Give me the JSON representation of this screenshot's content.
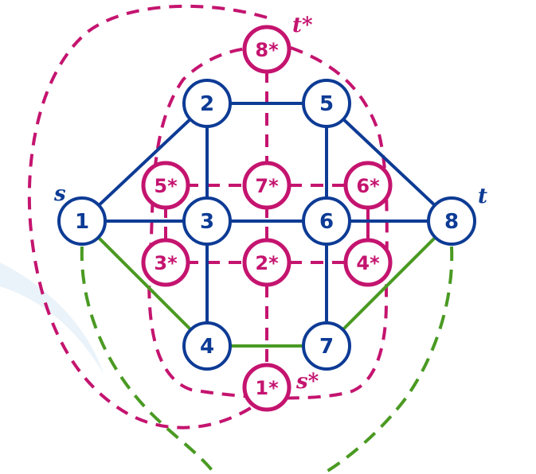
{
  "primal_nodes": [
    "1",
    "2",
    "3",
    "4",
    "5",
    "6",
    "7",
    "8"
  ],
  "dual_nodes": [
    "1*",
    "2*",
    "3*",
    "4*",
    "5*",
    "6*",
    "7*",
    "8*"
  ],
  "tags": {
    "s": "s",
    "t": "t",
    "s_star": "s*",
    "t_star": "t*"
  },
  "colors": {
    "primal": "#0d3b95",
    "dual": "#c4146f",
    "tree": "#4a9a22",
    "background": "#ffffff"
  }
}
